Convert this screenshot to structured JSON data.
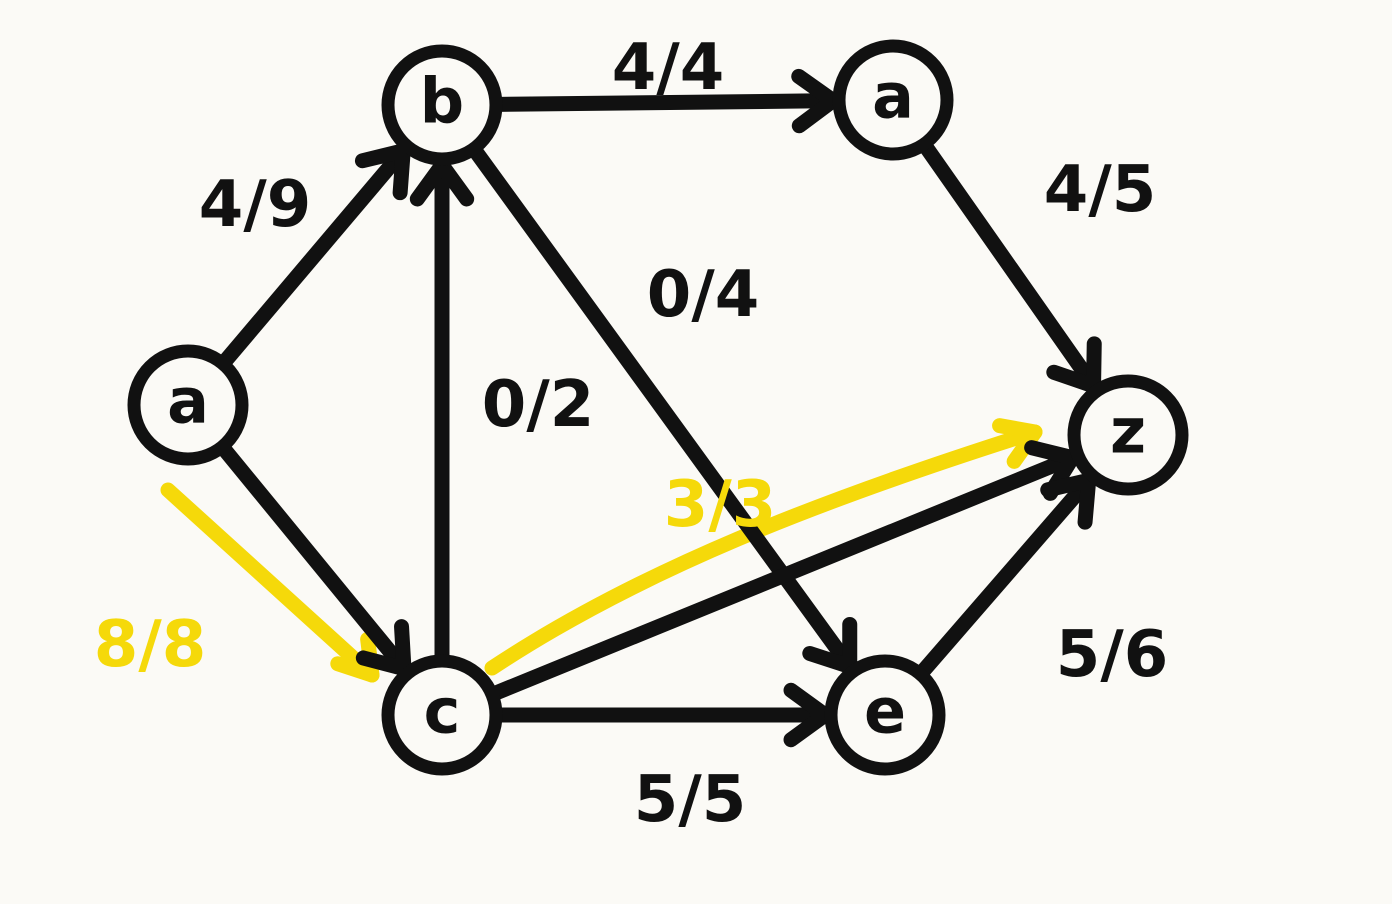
{
  "colors": {
    "ink": "#111111",
    "highlight": "#f5d90a",
    "paper": "#fbfaf6"
  },
  "nodes": [
    {
      "id": "a",
      "label": "a"
    },
    {
      "id": "b",
      "label": "b"
    },
    {
      "id": "c",
      "label": "c"
    },
    {
      "id": "d",
      "label": "a"
    },
    {
      "id": "e",
      "label": "e"
    },
    {
      "id": "z",
      "label": "z"
    }
  ],
  "edges": [
    {
      "id": "a-b",
      "from": "a",
      "to": "b",
      "label": "4/9",
      "highlight": false
    },
    {
      "id": "a-c",
      "from": "a",
      "to": "c",
      "label": "8/8",
      "highlight": true
    },
    {
      "id": "c-b",
      "from": "c",
      "to": "b",
      "label": "0/2",
      "highlight": false
    },
    {
      "id": "b-d",
      "from": "b",
      "to": "d",
      "label": "4/4",
      "highlight": false
    },
    {
      "id": "b-e",
      "from": "b",
      "to": "e",
      "label": "0/4",
      "highlight": false
    },
    {
      "id": "d-z",
      "from": "d",
      "to": "z",
      "label": "4/5",
      "highlight": false
    },
    {
      "id": "c-z",
      "from": "c",
      "to": "z",
      "label": "3/3",
      "highlight": true
    },
    {
      "id": "c-e",
      "from": "c",
      "to": "e",
      "label": "5/5",
      "highlight": false
    },
    {
      "id": "e-z",
      "from": "e",
      "to": "z",
      "label": "5/6",
      "highlight": false
    }
  ]
}
